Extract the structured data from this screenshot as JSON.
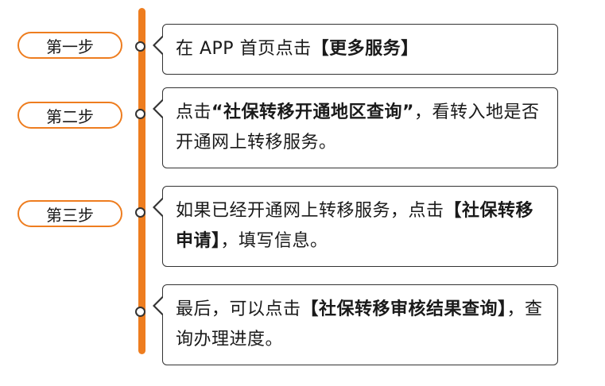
{
  "steps": [
    {
      "label": "第一步",
      "segments": [
        {
          "text": "在 APP 首页点击",
          "bold": false
        },
        {
          "text": "【更多服务】",
          "bold": true
        }
      ]
    },
    {
      "label": "第二步",
      "segments": [
        {
          "text": "点击",
          "bold": false
        },
        {
          "text": "“社保转移开通地区查询”",
          "bold": true
        },
        {
          "text": "，看转入地是否开通网上转移服务。",
          "bold": false
        }
      ]
    },
    {
      "label": "第三步",
      "segments": [
        {
          "text": "如果已经开通网上转移服务，点击",
          "bold": false
        },
        {
          "text": "【社保转移申请】",
          "bold": true
        },
        {
          "text": "，填写信息。",
          "bold": false
        }
      ]
    },
    {
      "label": "",
      "segments": [
        {
          "text": "最后，可以点击",
          "bold": false
        },
        {
          "text": "【社保转移审核结果查询】",
          "bold": true
        },
        {
          "text": "，查询办理进度。",
          "bold": false
        }
      ]
    }
  ]
}
